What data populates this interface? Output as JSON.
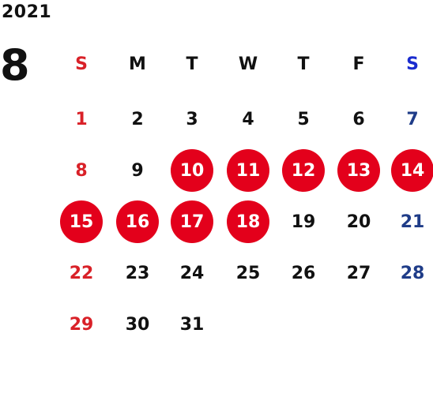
{
  "calendar": {
    "year": "2021",
    "month": "8",
    "weekdays": [
      "S",
      "M",
      "T",
      "W",
      "T",
      "F",
      "S"
    ],
    "weeks": [
      [
        "",
        "",
        "",
        "",
        "",
        "",
        ""
      ],
      [
        "1",
        "2",
        "3",
        "4",
        "5",
        "6",
        "7"
      ],
      [
        "8",
        "9",
        "10",
        "11",
        "12",
        "13",
        "14"
      ],
      [
        "15",
        "16",
        "17",
        "18",
        "19",
        "20",
        "21"
      ],
      [
        "22",
        "23",
        "24",
        "25",
        "26",
        "27",
        "28"
      ],
      [
        "29",
        "30",
        "31",
        "",
        "",
        "",
        ""
      ]
    ],
    "highlighted_days": [
      "10",
      "11",
      "12",
      "13",
      "14",
      "15",
      "16",
      "17",
      "18"
    ],
    "colors": {
      "sunday": "#d92128",
      "saturday_header": "#1a2ccf",
      "saturday": "#1f3c88",
      "highlight": "#e3001b",
      "text": "#111111"
    }
  }
}
